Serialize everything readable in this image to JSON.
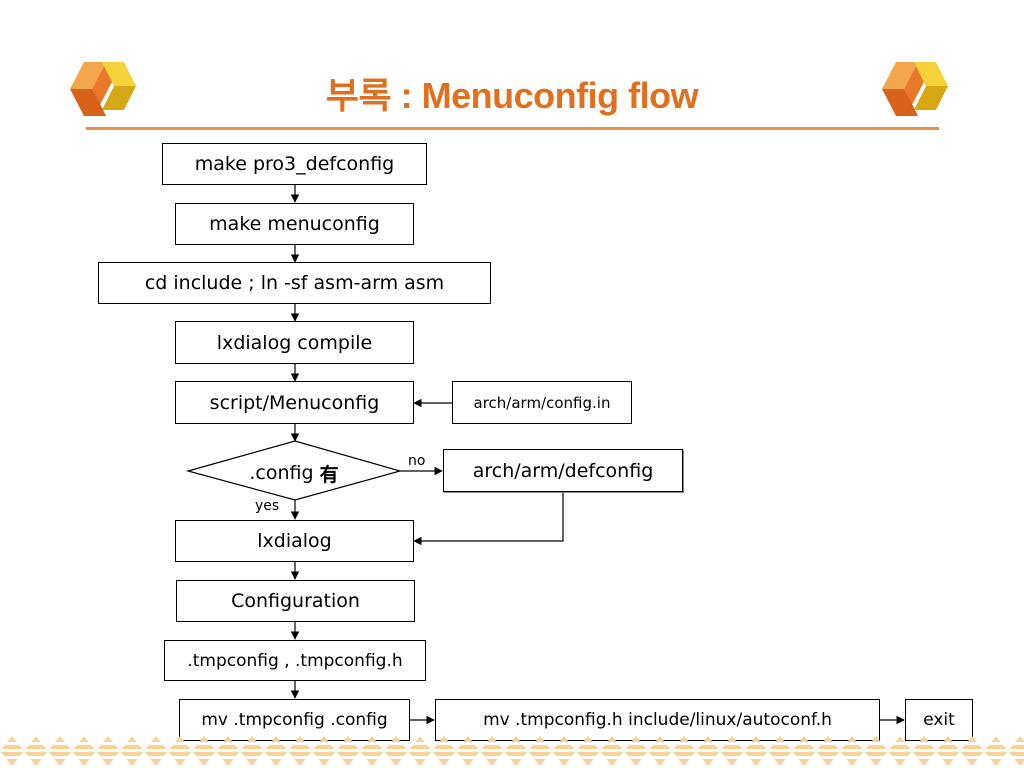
{
  "title": "부록 : Menuconfig flow",
  "nodes": {
    "defconfig": "make pro3_defconfig",
    "menuconfig": "make menuconfig",
    "symlink": "cd include ; ln -sf asm-arm asm",
    "lxdialog_compile": "lxdialog compile",
    "script": "script/Menuconfig",
    "config_in": "arch/arm/config.in",
    "decision_text": ".config",
    "decision_strong": "有",
    "arch_defconfig": "arch/arm/defconfig",
    "lxdialog": "lxdialog",
    "configuration": "Configuration",
    "tmpconfig": ".tmpconfig , .tmpconfig.h",
    "mv_config": "mv .tmpconfig .config",
    "mv_header": "mv .tmpconfig.h include/linux/autoconf.h",
    "exit": "exit"
  },
  "edge_labels": {
    "no": "no",
    "yes": "yes"
  },
  "colors": {
    "title": "#e0701e",
    "rule": "#e39148",
    "deco_orange": "#e8782a",
    "deco_yellow": "#f2c21a",
    "band": "#f3c98d"
  }
}
